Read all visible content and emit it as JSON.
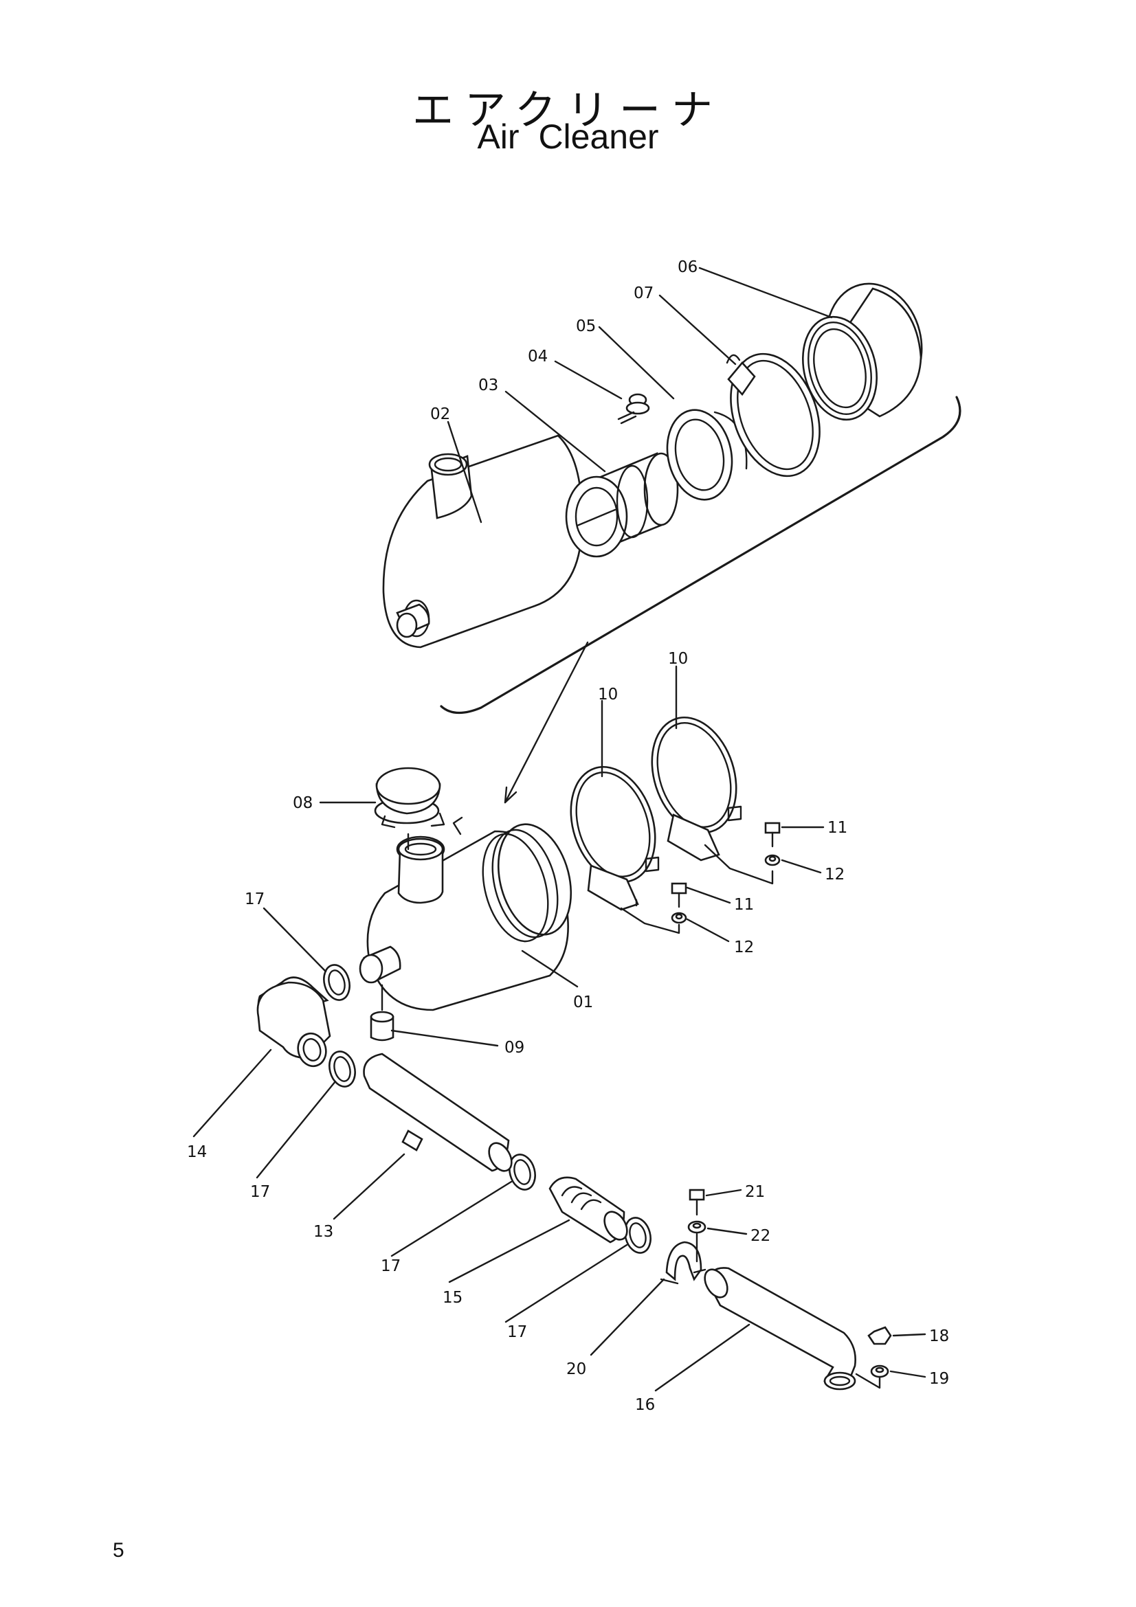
{
  "title_jp": "エアクリーナ",
  "title_en": "Air Cleaner",
  "page_number": "5",
  "labels": {
    "p01": "01",
    "p02": "02",
    "p03": "03",
    "p04": "04",
    "p05": "05",
    "p06": "06",
    "p07": "07",
    "p08": "08",
    "p09": "09",
    "p10a": "10",
    "p10b": "10",
    "p11a": "11",
    "p11b": "11",
    "p12a": "12",
    "p12b": "12",
    "p13": "13",
    "p14": "14",
    "p15": "15",
    "p16": "16",
    "p17a": "17",
    "p17b": "17",
    "p17c": "17",
    "p17d": "17",
    "p18": "18",
    "p19": "19",
    "p20": "20",
    "p21": "21",
    "p22": "22"
  }
}
